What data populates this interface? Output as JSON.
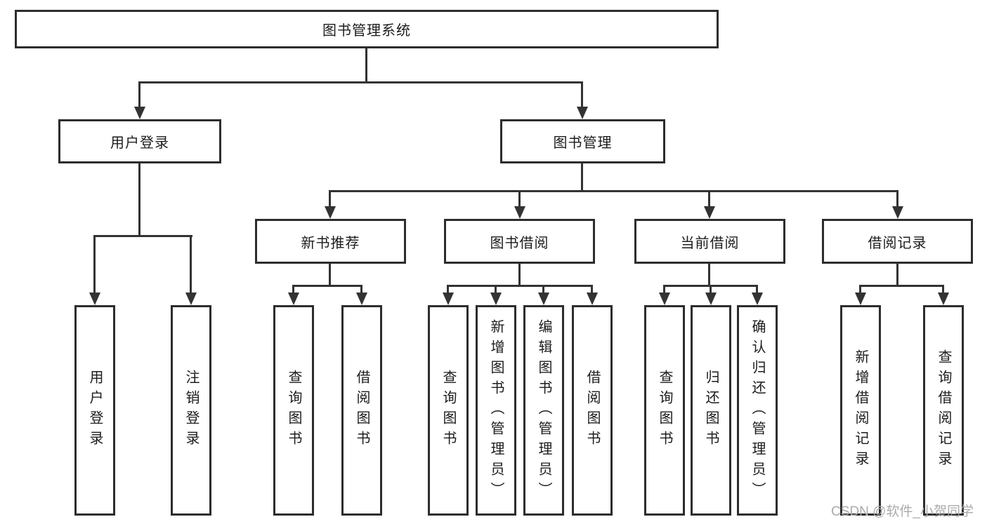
{
  "diagram": {
    "title": "图书管理系统",
    "type": "hierarchy-tree"
  },
  "nodes": {
    "root": "图书管理系统",
    "user_login": "用户登录",
    "book_mgmt": "图书管理",
    "new_book_rec": "新书推荐",
    "book_borrow": "图书借阅",
    "current_borrow": "当前借阅",
    "borrow_records": "借阅记录",
    "leaf_user_login": "用户登录",
    "leaf_logout": "注销登录",
    "leaf_rec_query": "查询图书",
    "leaf_rec_borrow": "借阅图书",
    "leaf_bb_query": "查询图书",
    "leaf_bb_add": "新增图书（管理员）",
    "leaf_bb_edit": "编辑图书（管理员）",
    "leaf_bb_borrow": "借阅图书",
    "leaf_cb_query": "查询图书",
    "leaf_cb_return": "归还图书",
    "leaf_cb_confirm": "确认归还（管理员）",
    "leaf_br_add": "新增借阅记录",
    "leaf_br_query": "查询借阅记录"
  },
  "watermark": "CSDN @软件_小贺同学",
  "colors": {
    "line": "#333333",
    "border": "#2d2d2d",
    "text": "#1c1c1c",
    "watermark": "#ababab",
    "background": "#ffffff"
  }
}
